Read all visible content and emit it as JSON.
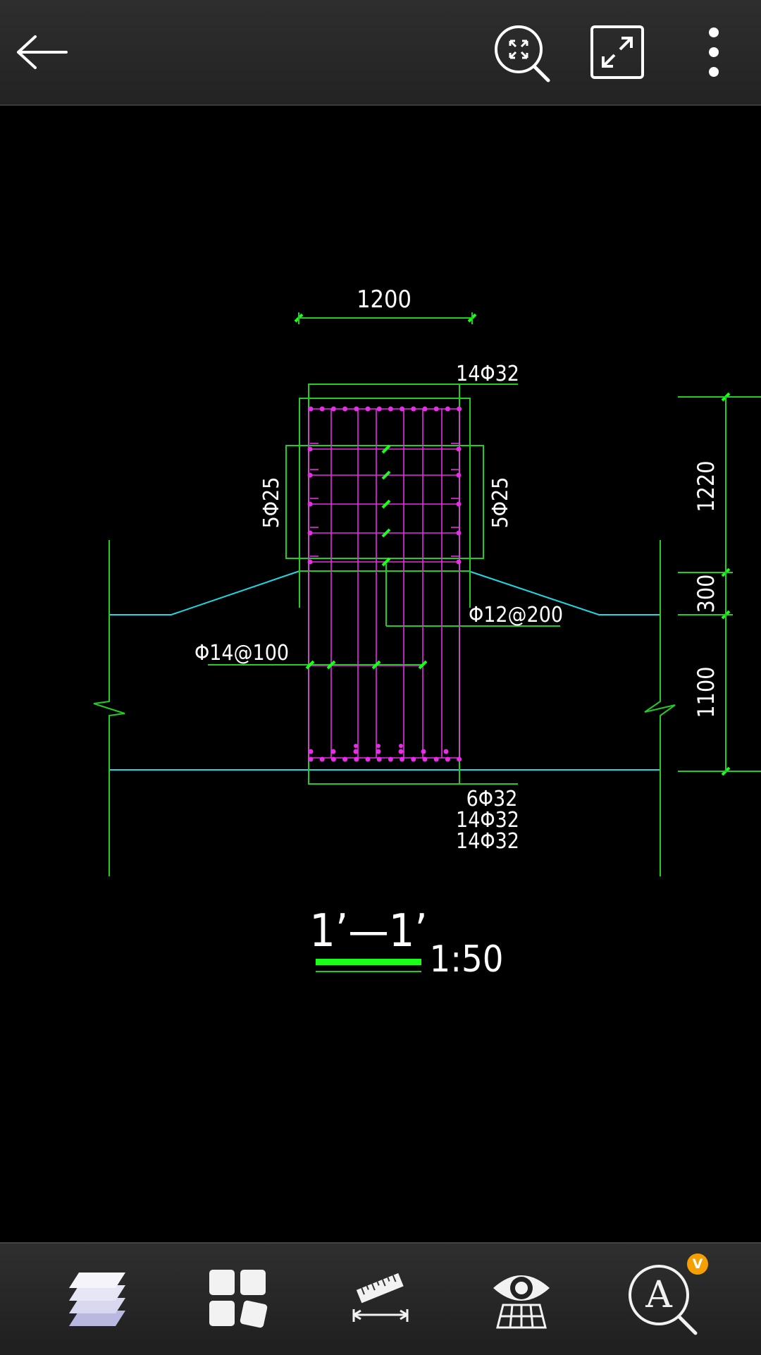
{
  "toolbar": {
    "back_icon": "back-arrow-icon",
    "zoom_extents_icon": "zoom-extents-icon",
    "fullscreen_icon": "fullscreen-icon",
    "menu_icon": "more-vert-icon"
  },
  "drawing": {
    "top_width_dim": "1200",
    "top_rebar": "14Φ32",
    "side_rebar_left": "5Φ25",
    "side_rebar_right": "5Φ25",
    "stirrup_label": "Φ12@200",
    "tie_label": "Φ14@100",
    "dim_right_1": "1220",
    "dim_right_2": "300",
    "dim_right_3": "1100",
    "bottom_rebar_1": "6Φ32",
    "bottom_rebar_2": "14Φ32",
    "bottom_rebar_3": "14Φ32",
    "section_title": "1’—1’",
    "scale": "1:50",
    "colors": {
      "green": "#19e619",
      "magenta": "#e62ee6",
      "cyan": "#1ed8e6",
      "line_green": "#22cc22"
    }
  },
  "bottom_tools": [
    {
      "icon": "layers-icon"
    },
    {
      "icon": "layouts-icon"
    },
    {
      "icon": "measure-icon"
    },
    {
      "icon": "view-icon"
    },
    {
      "icon": "text-search-icon",
      "badge": "V"
    }
  ]
}
